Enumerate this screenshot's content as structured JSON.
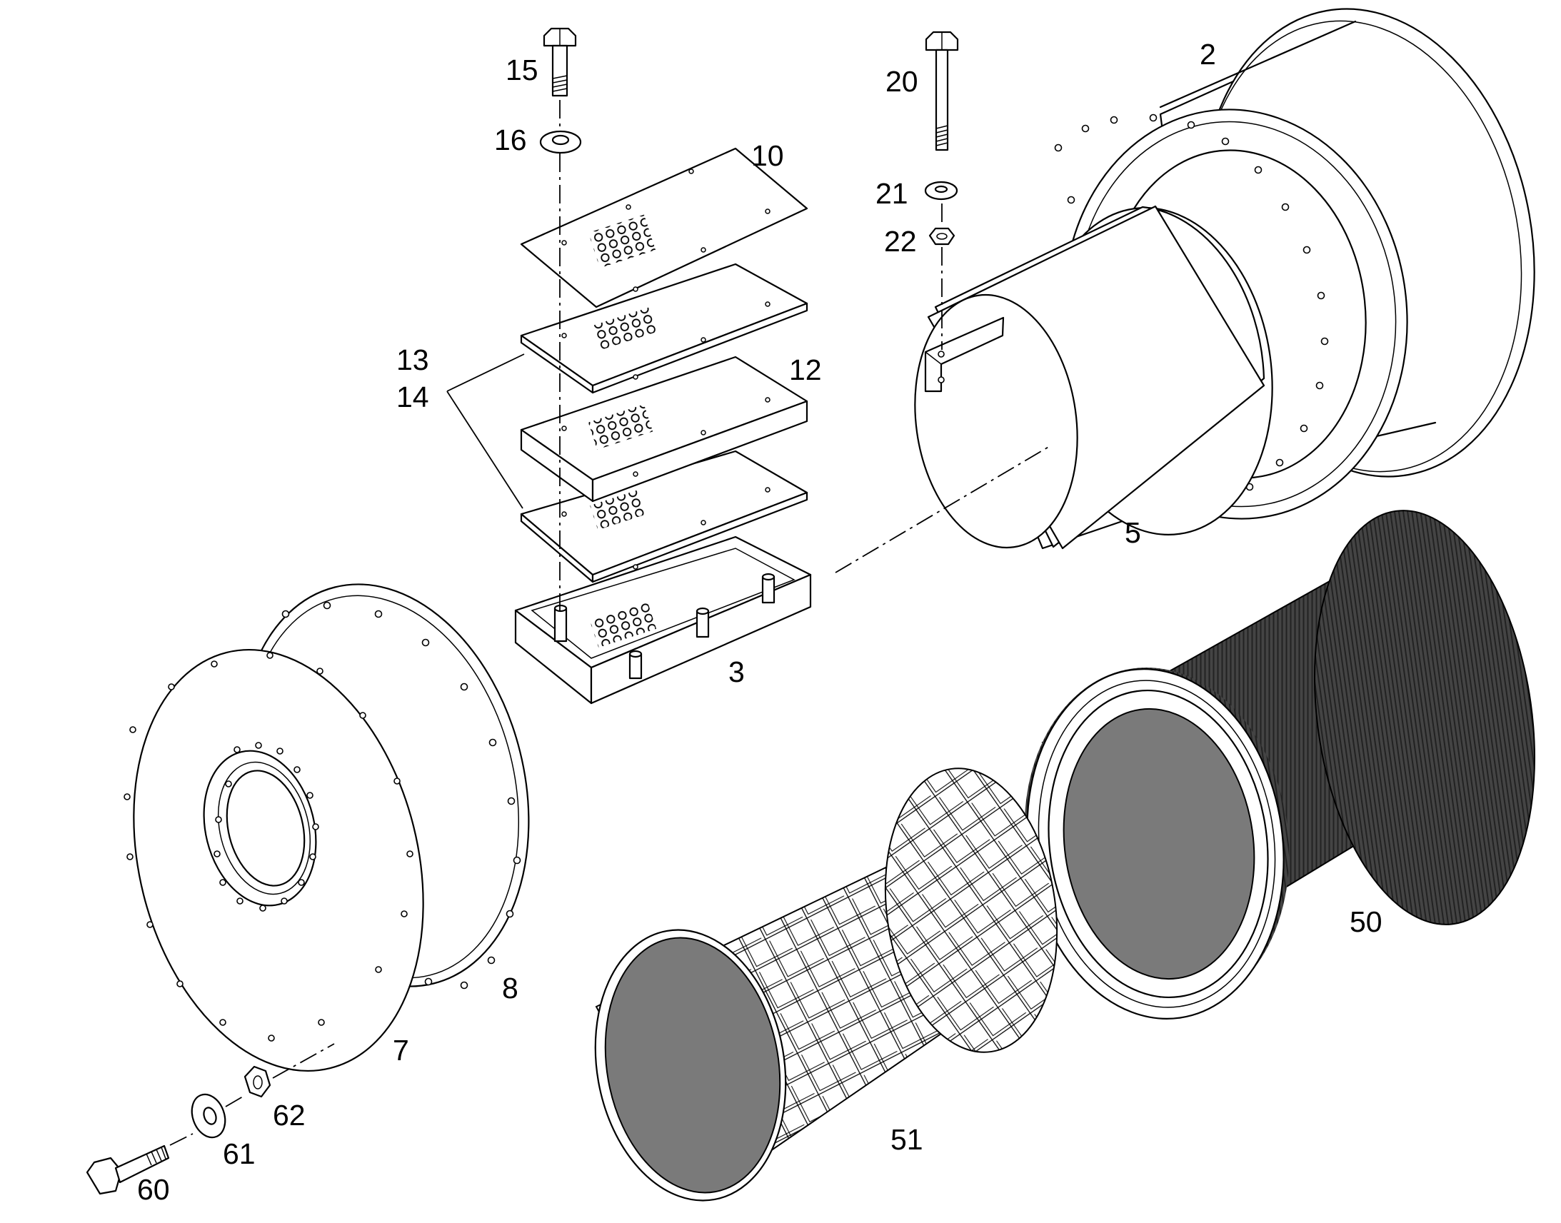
{
  "callouts": {
    "part_2": "2",
    "part_3": "3",
    "part_5": "5",
    "part_7": "7",
    "part_8": "8",
    "part_10": "10",
    "part_12": "12",
    "part_13": "13",
    "part_14": "14",
    "part_15": "15",
    "part_16": "16",
    "part_20": "20",
    "part_21": "21",
    "part_22": "22",
    "part_50": "50",
    "part_51": "51",
    "part_60": "60",
    "part_61": "61",
    "part_62": "62"
  },
  "colors": {
    "line": "#000000",
    "background": "#ffffff",
    "element_cap": "#7a7a7a",
    "element_pleats": "#3c3c3c"
  }
}
